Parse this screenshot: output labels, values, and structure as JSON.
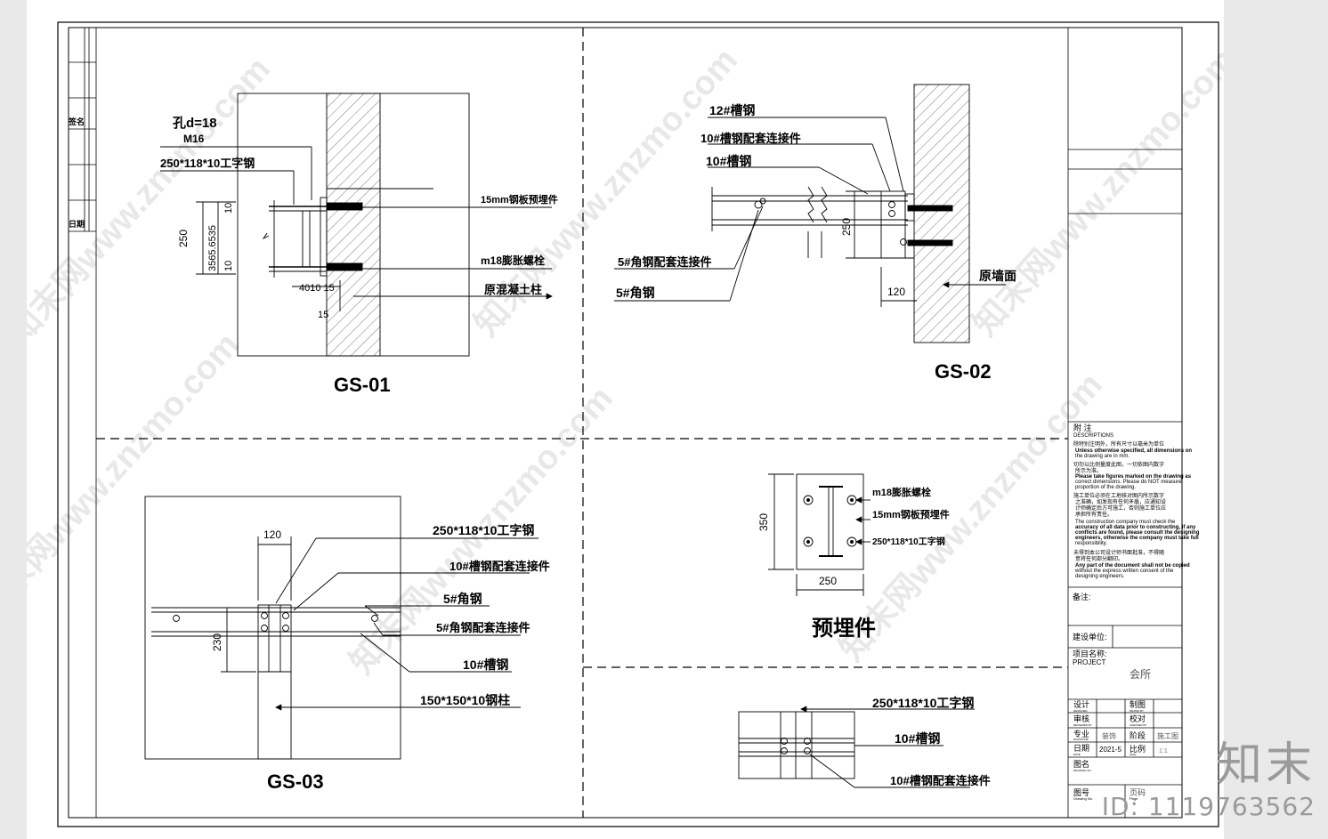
{
  "gs01": {
    "title": "GS-01",
    "label_hole": "孔d=18",
    "label_m16": "M16",
    "label_ibeam": "250*118*10工字钢",
    "label_plate": "15mm钢板预埋件",
    "label_bolt": "m18膨胀螺栓",
    "label_column": "原混凝土柱",
    "dim_250": "250",
    "dim_stack": "3565.6535",
    "dim_10a": "10",
    "dim_10b": "10",
    "dim_bottom": "4010 15",
    "dim_15": "15"
  },
  "gs02": {
    "title": "GS-02",
    "label_ch12": "12#槽钢",
    "label_conn10": "10#槽钢配套连接件",
    "label_ch10": "10#槽钢",
    "label_ang_conn": "5#角钢配套连接件",
    "label_ang": "5#角钢",
    "label_wall": "原墙面",
    "dim_120": "120",
    "dim_250": "250"
  },
  "gs03": {
    "title": "GS-03",
    "dim_120": "120",
    "dim_230": "230",
    "label_ibeam": "250*118*10工字钢",
    "label_conn10": "10#槽钢配套连接件",
    "label_ang": "5#角钢",
    "label_ang_conn": "5#角钢配套连接件",
    "label_ch10": "10#槽钢",
    "label_col": "150*150*10钢柱"
  },
  "embed": {
    "title": "预埋件",
    "dim_350": "350",
    "dim_250": "250",
    "label_bolt": "m18膨胀螺栓",
    "label_plate": "15mm钢板预埋件",
    "label_ibeam": "250*118*10工字钢"
  },
  "detail4": {
    "label_ibeam": "250*118*10工字钢",
    "label_ch10": "10#槽钢",
    "label_conn10": "10#槽钢配套连接件"
  },
  "titleblock": {
    "notes_title": "附 注",
    "notes_en": "DESCRIPTIONS",
    "note1_cn": "除特别注明外，所有尺寸以毫米为单位",
    "note1_en1": "Unless otherwise specified, all dimensions on",
    "note1_en2": "the drawing are in mm.",
    "note2_cn1": "切勿以比例量度此图，一切依图内数字",
    "note2_cn2": "所示为准。",
    "note2_en1": "Please take figures marked on the drawing as",
    "note2_en2": "correct dimensions. Please do NOT measure",
    "note2_en3": "proportion of the drawing.",
    "note3_cn1": "施工单位必须在工地核对图内所示数字",
    "note3_cn2": "之准确，如发现有任何矛盾，应通知设",
    "note3_cn3": "计师确定后方可施工，否则施工单位应",
    "note3_cn4": "承担所有责任。",
    "note3_en1": "The construction company must check the",
    "note3_en2": "accuracy of all data prior to constructing, if any",
    "note3_en3": "conflicts are found, please consult the designing",
    "note3_en4": "engineers, otherwise the company must take full",
    "note3_en5": "responsibility.",
    "note4_cn1": "未得到本公司设计师书面批准，不得随",
    "note4_cn2": "意将任何部分翻印。",
    "note4_en1": "Any part of the document shall not be copied",
    "note4_en2": "without the express written consent of the",
    "note4_en3": "designing engineers.",
    "remark": "备注:",
    "client": "建设单位:",
    "project_cn": "项目名称:",
    "project_en": "PROJECT",
    "project_value": "会所",
    "design": "设计",
    "design_en": "DESIGNED",
    "drawn": "制图",
    "drawn_en": "DRAWN BY",
    "review": "审核",
    "review_en": "REVIEWED BY",
    "check": "校对",
    "check_en": "CHECKED BY",
    "major": "专业",
    "major_en": "DISCIPLINE",
    "major_value": "装饰",
    "phase": "阶段",
    "phase_value": "施工图",
    "date": "日期",
    "date_en": "DATE",
    "date_value": "2021-5",
    "scale": "比例",
    "scale_en": "Scale",
    "scale_value": "1:1",
    "drawing_name": "图名",
    "drawing_name_en": "DRAWING NO.",
    "drawing_no": "图号",
    "drawing_no_en": "Drawing No.",
    "page_no": "页码",
    "page_no_en": "Page"
  },
  "left_strip": {
    "label_a": "签名",
    "label_b": "日期"
  },
  "watermark": {
    "text": "知末网www.znzmo.com"
  },
  "badge": {
    "logo": "知末",
    "id": "ID: 1119763562"
  }
}
